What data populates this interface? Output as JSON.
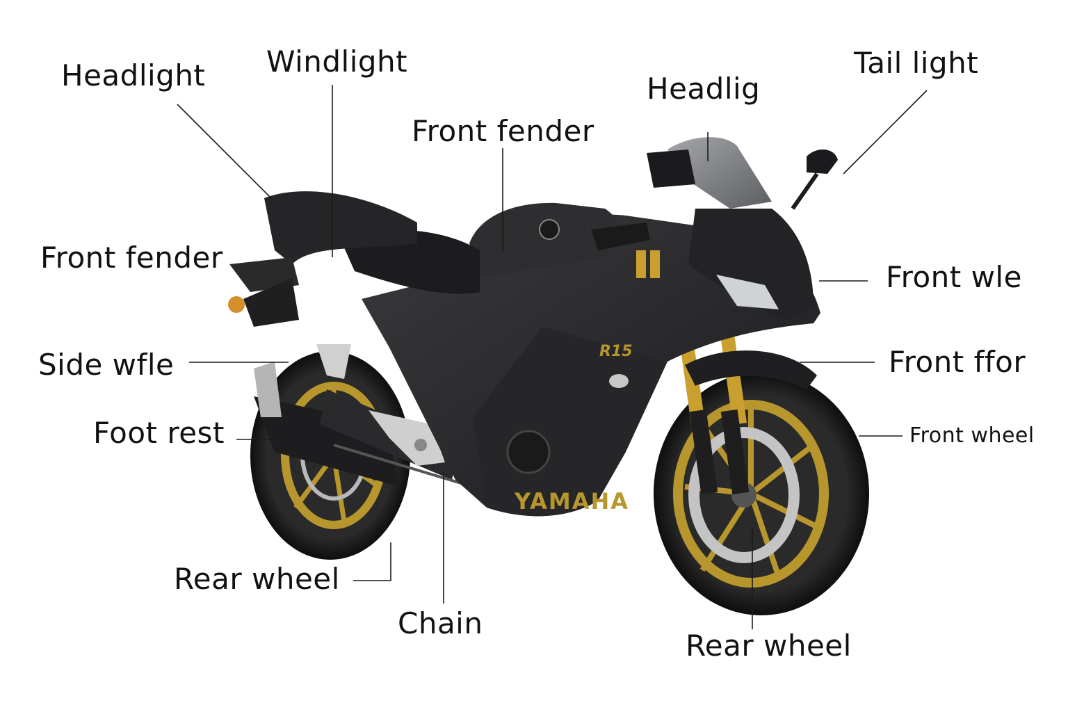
{
  "labels": {
    "headlight_left": "Headlight",
    "windlight": "Windlight",
    "headlig": "Headlig",
    "tail_light": "Tail light",
    "front_fender_top": "Front fender",
    "front_fender_left": "Front fender",
    "front_wle": "Front wle",
    "side_wfle": "Side wfle",
    "front_ffor": "Front ffor",
    "foot_rest": "Foot rest",
    "front_wheel": "Front wheel",
    "rear_wheel_left": "Rear wheel",
    "chain": "Chain",
    "rear_wheel_bottom": "Rear wheel"
  },
  "brand": {
    "wordmark": "YAMAHA",
    "model_badge": "R15"
  },
  "colors": {
    "body": "#2b2b2d",
    "body_dark": "#1a1a1c",
    "rim_gold": "#b8962e",
    "tire": "#1c1c1c",
    "disc": "#b9b9b9",
    "fork_gold": "#c9a030",
    "windscreen": "#6f7277",
    "text": "#111111"
  }
}
